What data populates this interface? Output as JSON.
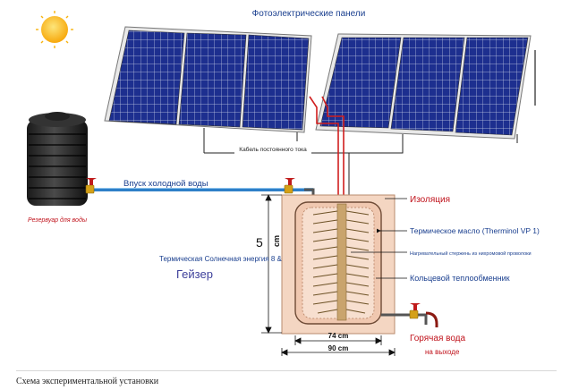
{
  "labels": {
    "panels": "Фотоэлектрические панели",
    "dc_cable": "Кабель постоянного тока",
    "cold_inlet": "Впуск холодной воды",
    "reservoir": "Резервуар для воды",
    "insulation": "Изоляция",
    "oil": "Термическое масло (Therminol VP 1)",
    "rod": "Нагревательный стержень из нихромовой проволоки",
    "exchanger": "Кольцевой теплообменник",
    "geyser_line1": "Термическая Солнечная энергия 8 &",
    "geyser_line2": "Гейзер",
    "height_value": "5",
    "height_unit": "cm",
    "inner_width": "74 cm",
    "outer_width": "90 cm",
    "hot_outlet_line1": "Горячая вода",
    "hot_outlet_line2": "на выходе"
  },
  "caption": "Схема экспериментальной установки",
  "colors": {
    "label_blue": "#1a3f8f",
    "label_red": "#c0121b",
    "pipe_blue": "#2e7fc8",
    "wire_red": "#d01e1e",
    "panel_cell": "#1d2f8f",
    "tank_fill": "#f4d6c2",
    "sun": "#f7b30e"
  },
  "icons": [
    "sun-icon",
    "cold-valve-icon",
    "inlet-valve-icon",
    "hot-valve-icon"
  ]
}
